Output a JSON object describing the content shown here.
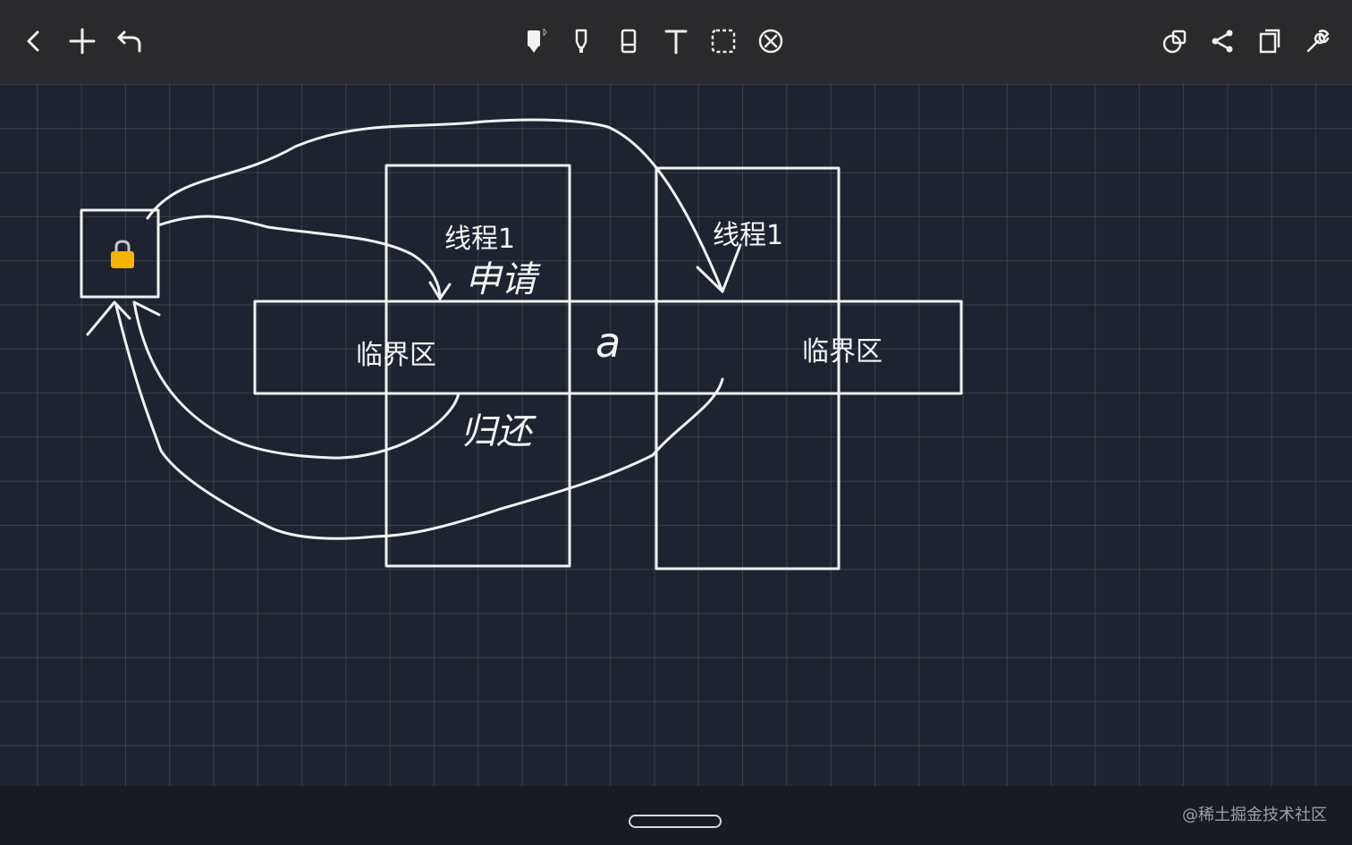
{
  "toolbar": {
    "left": [
      {
        "name": "back-icon"
      },
      {
        "name": "add-icon"
      },
      {
        "name": "undo-icon"
      }
    ],
    "tools": [
      {
        "name": "pen-tool-icon",
        "selected": true
      },
      {
        "name": "marker-tool-icon"
      },
      {
        "name": "eraser-tool-icon"
      },
      {
        "name": "text-tool-icon",
        "glyph": "T"
      },
      {
        "name": "lasso-select-icon"
      },
      {
        "name": "delete-icon"
      }
    ],
    "right": [
      {
        "name": "shapes-icon"
      },
      {
        "name": "share-icon"
      },
      {
        "name": "pages-icon"
      },
      {
        "name": "settings-wrench-icon"
      }
    ]
  },
  "canvas": {
    "labels": {
      "thread_left": "线程1",
      "thread_right": "线程1",
      "critical_left": "临界区",
      "critical_right": "临界区",
      "variable": "a",
      "handwritten_apply": "申请",
      "handwritten_return": "归还"
    },
    "lock_icon": "lock-icon",
    "colors": {
      "ink": "#f2f2f2",
      "lock": "#f5b400",
      "background": "#1d2430"
    }
  },
  "footer": {
    "watermark": "@稀土掘金技术社区"
  }
}
